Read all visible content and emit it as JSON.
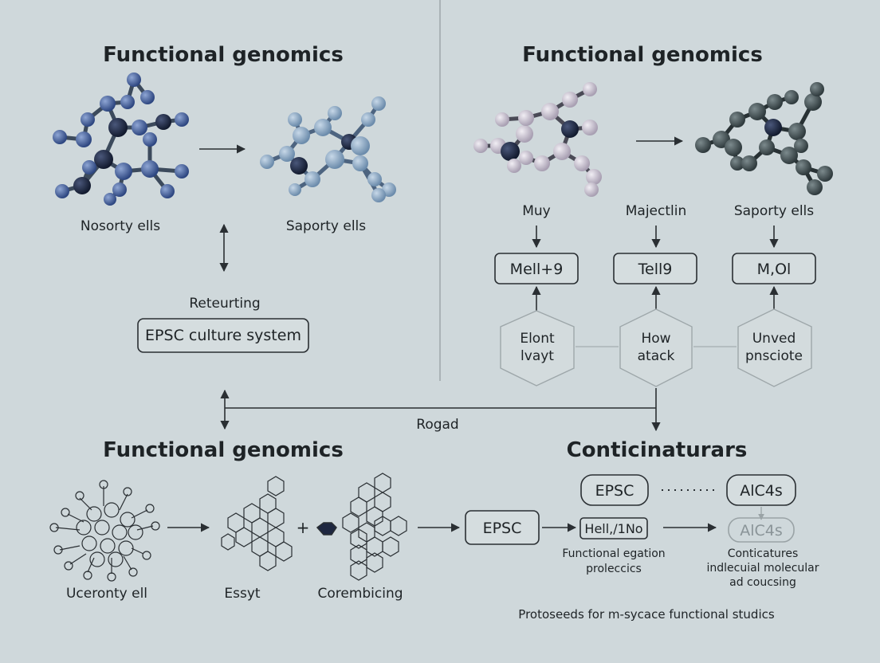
{
  "top_left": {
    "title": "Functional genomics",
    "molecule_left_label": "Nosorty ells",
    "molecule_right_label": "Saporty ells",
    "reporting_label": "Reteurting",
    "culture_box": "EPSC culture system"
  },
  "top_right": {
    "title": "Functional genomics",
    "column_labels": [
      "Muy",
      "Majectlin",
      "Saporty ells"
    ],
    "boxes": [
      "Mell+9",
      "Tell9",
      "M,Ol"
    ],
    "hex_nodes": [
      {
        "line1": "Elont",
        "line2": "lvayt"
      },
      {
        "line1": "How",
        "line2": "atack"
      },
      {
        "line1": "Unved",
        "line2": "pnsciote"
      }
    ]
  },
  "connector_label": "Rogad",
  "bottom_left": {
    "title": "Functional genomics",
    "network_labels": [
      "Uceronty ell",
      "Essyt",
      "Corembicing"
    ],
    "plus": "+",
    "epsc_box": "EPSC"
  },
  "bottom_right": {
    "title": "Conticinaturars",
    "epsc_box": "EPSC",
    "alc_box": "AlC4s",
    "hell_box": "Hell,/1No",
    "alc_faint": "AlC4s",
    "functional_caption": [
      "Functional egation",
      "proleccics"
    ],
    "conticatures_caption": [
      "Conticatures",
      "indlecuial molecular",
      "ad coucsing"
    ]
  },
  "footer": "Protoseeds for m-sycace functional studics",
  "colors": {
    "background": "#cfd8db",
    "navy_atom": "#3b5a93",
    "dark_atom": "#1c2640",
    "light_blue_atom": "#7d9cb9",
    "lavender_atom": "#c3bccb",
    "slate_atom": "#4a5659"
  }
}
